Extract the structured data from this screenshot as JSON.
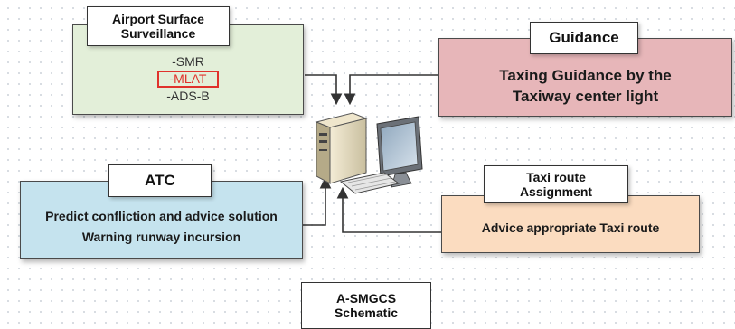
{
  "surveillance": {
    "title_line1": "Airport Surface",
    "title_line2": "Surveillance",
    "items": [
      "-SMR",
      "-MLAT",
      "-ADS-B"
    ],
    "highlight_color": "#e0322c",
    "bg_color": "#e3efd9"
  },
  "guidance": {
    "title": "Guidance",
    "line1": "Taxing Guidance by the",
    "line2": "Taxiway center light",
    "bg_color": "#e7b6b9"
  },
  "atc": {
    "title": "ATC",
    "line1": "Predict confliction and advice solution",
    "line2": "Warning runway incursion",
    "bg_color": "#c5e3ee"
  },
  "taxi_route": {
    "title_line1": "Taxi route",
    "title_line2": "Assignment",
    "body": "Advice appropriate Taxi route",
    "bg_color": "#fbdcc0"
  },
  "caption": {
    "line1": "A-SMGCS",
    "line2": "Schematic"
  }
}
